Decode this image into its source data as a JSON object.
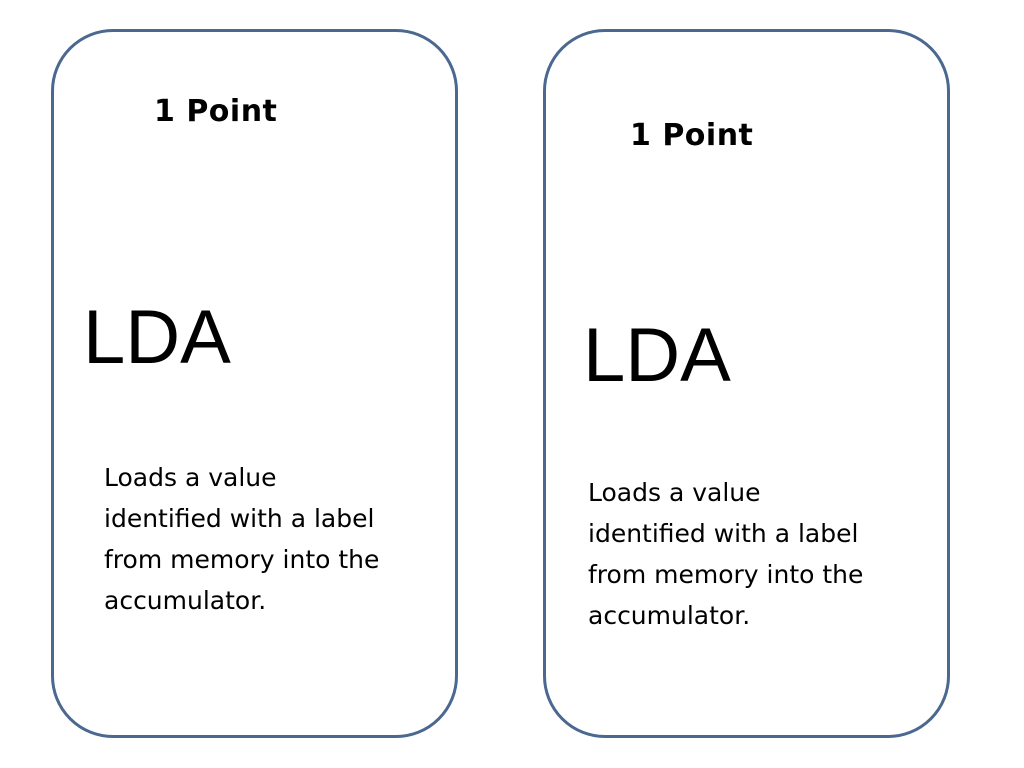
{
  "cards": [
    {
      "points": "1 Point",
      "mnemonic": "LDA",
      "description": "Loads a value identified with a label from memory into the accumulator."
    },
    {
      "points": "1 Point",
      "mnemonic": "LDA",
      "description": "Loads a value identified with a label from memory into the accumulator."
    }
  ],
  "colors": {
    "card_border": "#4a6890",
    "text": "#000000",
    "background": "#ffffff"
  }
}
